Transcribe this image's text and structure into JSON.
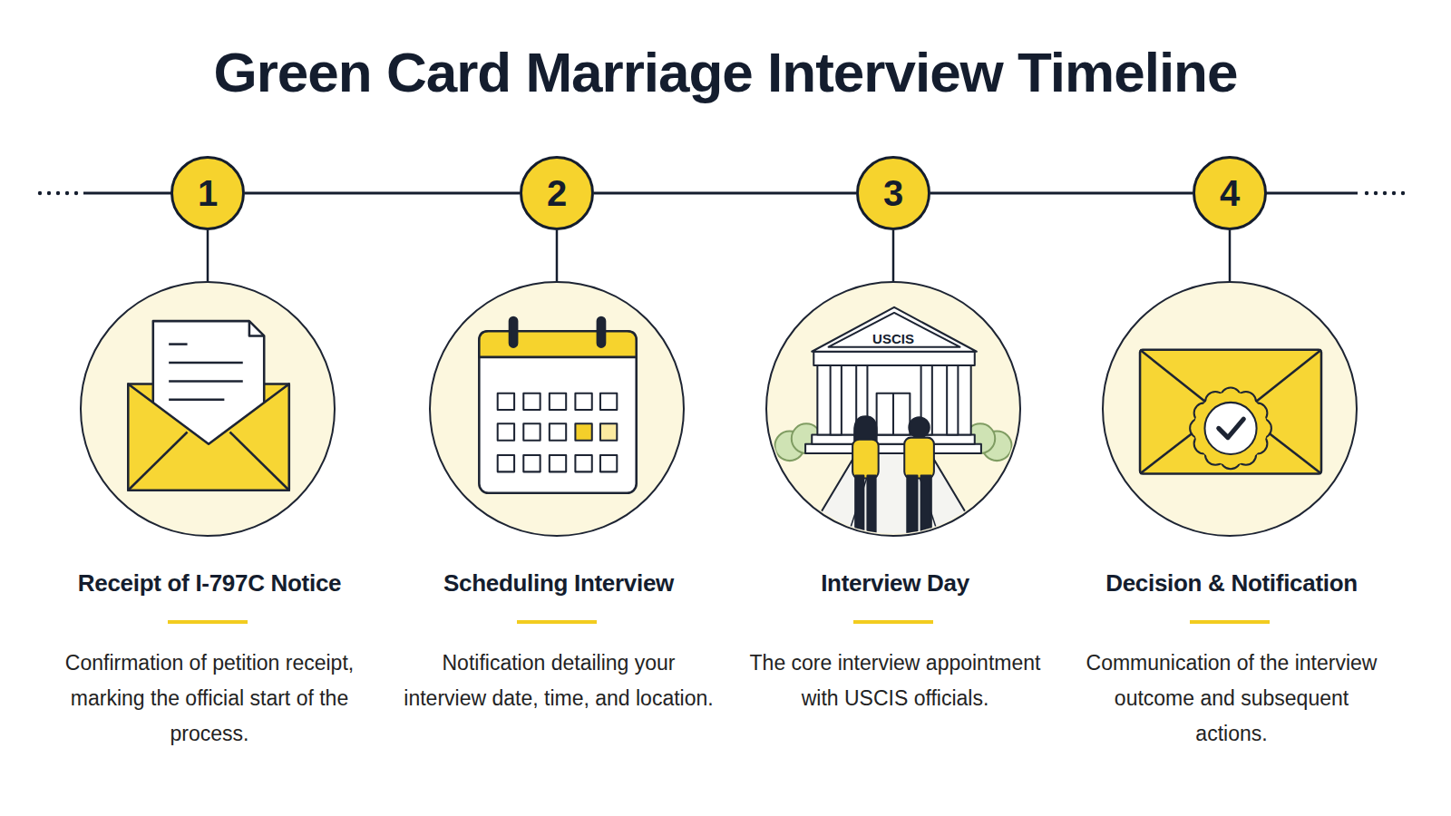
{
  "diagram": {
    "title": "Green Card Marriage Interview Timeline",
    "nodes": [
      {
        "text": [
          "1"
        ]
      },
      {
        "text": [
          "Receipt of I-797C Notice",
          "Confirmation of petition receipt, marking the official start of the process."
        ]
      },
      {
        "text": [
          "2"
        ]
      },
      {
        "text": [
          "Scheduling Interview",
          "Notification detailing your interview date, time, and location."
        ]
      },
      {
        "text": [
          "3"
        ]
      },
      {
        "text": [
          "Interview Day",
          "The core interview appointment with USCIS officials."
        ]
      },
      {
        "text": [
          "4"
        ]
      },
      {
        "text": [
          "Decision & Notification",
          "Communication of the interview outcome and subsequent actions."
        ]
      }
    ],
    "edges": [
      {
        "from": 0,
        "to": 2,
        "arrow": "none"
      },
      {
        "from": 2,
        "to": 4,
        "arrow": "none"
      },
      {
        "from": 4,
        "to": 6,
        "arrow": "none"
      },
      {
        "from": 0,
        "to": 1,
        "arrow": "none"
      },
      {
        "from": 2,
        "to": 3,
        "arrow": "none"
      },
      {
        "from": 4,
        "to": 5,
        "arrow": "none"
      },
      {
        "from": 6,
        "to": 7,
        "arrow": "none"
      }
    ],
    "labels": [
      "USCIS"
    ]
  }
}
